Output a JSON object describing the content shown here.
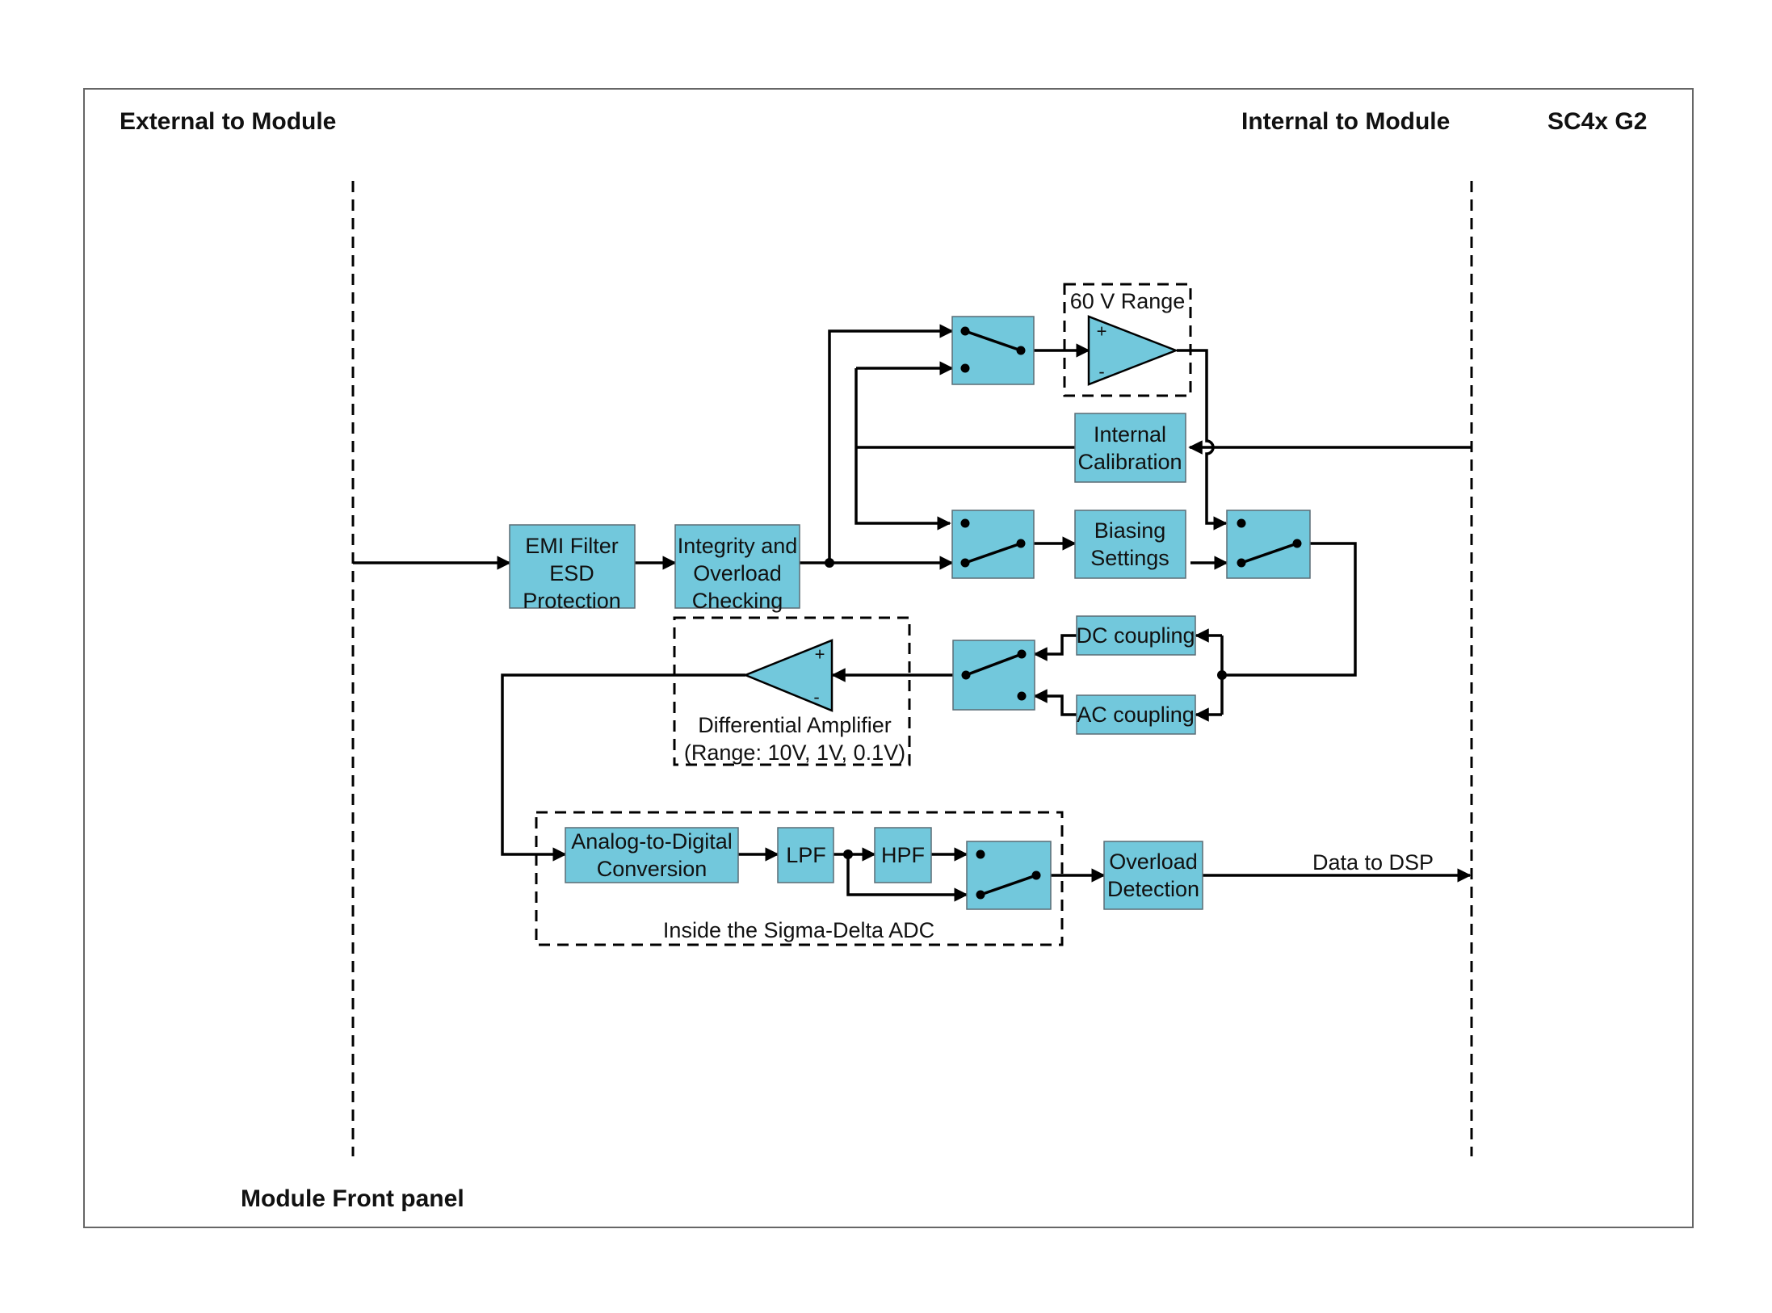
{
  "headers": {
    "external": "External to Module",
    "internal": "Internal to Module",
    "model": "SC4x G2",
    "front_panel": "Module Front panel"
  },
  "blocks": {
    "emi": [
      "EMI Filter",
      "ESD",
      "Protection"
    ],
    "integrity": [
      "Integrity and",
      "Overload",
      "Checking"
    ],
    "internal_cal": [
      "Internal",
      "Calibration"
    ],
    "biasing": [
      "Biasing",
      "Settings"
    ],
    "dc": "DC coupling",
    "ac": "AC coupling",
    "adc": [
      "Analog-to-Digital",
      "Conversion"
    ],
    "lpf": "LPF",
    "hpf": "HPF",
    "overload": [
      "Overload",
      "Detection"
    ]
  },
  "groups": {
    "range60": "60 V Range",
    "diff_amp": [
      "Differential Amplifier",
      "(Range: 10V, 1V, 0.1V)"
    ],
    "sigma_delta": "Inside the Sigma-Delta ADC"
  },
  "labels": {
    "data_to_dsp": "Data to DSP",
    "plus": "+",
    "minus": "-"
  },
  "colors": {
    "block_fill": "#72c8dc",
    "line": "#000000"
  }
}
